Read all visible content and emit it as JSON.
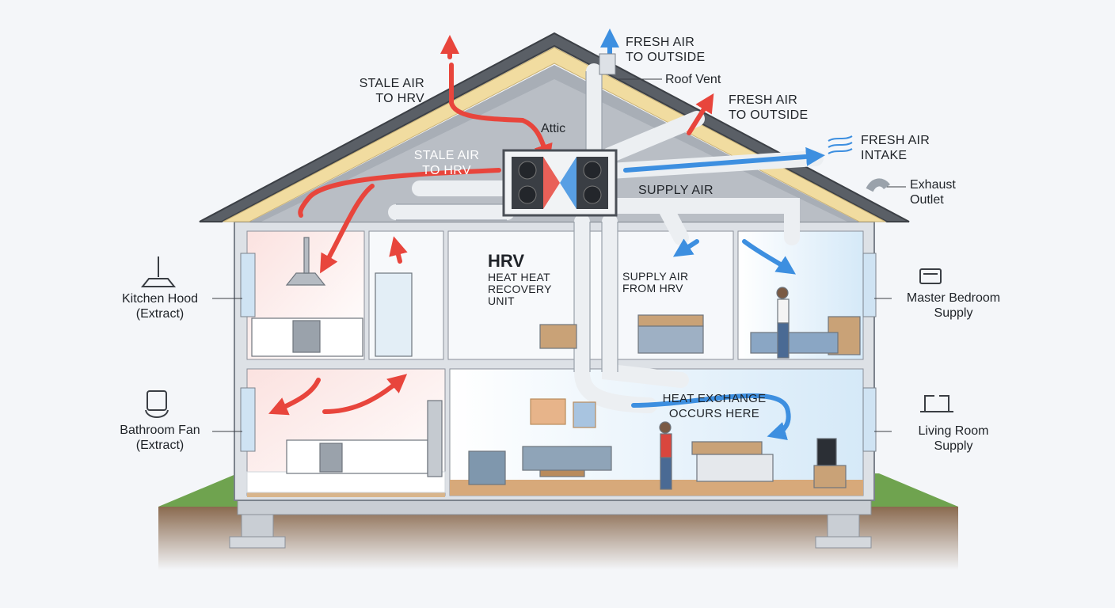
{
  "labels": {
    "fresh_air_outside_top": [
      "FRESH AIR",
      "TO OUTSIDE"
    ],
    "roof_vent": "Roof Vent",
    "stale_air_left": [
      "STALE AIR",
      "TO HRV"
    ],
    "attic": "Attic",
    "stale_air_center": [
      "STALE AIR",
      "TO HRV"
    ],
    "fresh_air_outside_right": [
      "FRESH AIR",
      "TO OUTSIDE"
    ],
    "fresh_air_intake": [
      "FRESH AIR",
      "INTAKE"
    ],
    "exhaust_outlet": [
      "Exhaust",
      "Outlet"
    ],
    "supply_air": "SUPPLY AIR",
    "hrv_title": "HRV",
    "hrv_sub": [
      "HEAT HEAT",
      "RECOVERY",
      "UNIT"
    ],
    "supply_air_from_hrv": [
      "SUPPLY AIR",
      "FROM HRV"
    ],
    "kitchen_hood": [
      "Kitchen Hood",
      "(Extract)"
    ],
    "bathroom_fan": [
      "Bathroom Fan",
      "(Extract)"
    ],
    "heat_exchange": [
      "HEAT EXCHANGE",
      "OCCURS HERE"
    ],
    "master_bedroom": [
      "Master Bedroom",
      "Supply"
    ],
    "living_room": [
      "Living Room",
      "Supply"
    ]
  },
  "colors": {
    "stale": "#e8453c",
    "fresh": "#3d8fe0",
    "duct": "#e9edf1",
    "wall": "#d9dde2",
    "roof": "#5a5f66",
    "insulation": "#f1dca0"
  },
  "icons": [
    "kitchen-hood-icon",
    "bathroom-fan-icon",
    "bed-icon",
    "faucet-icon",
    "wind-icon"
  ]
}
